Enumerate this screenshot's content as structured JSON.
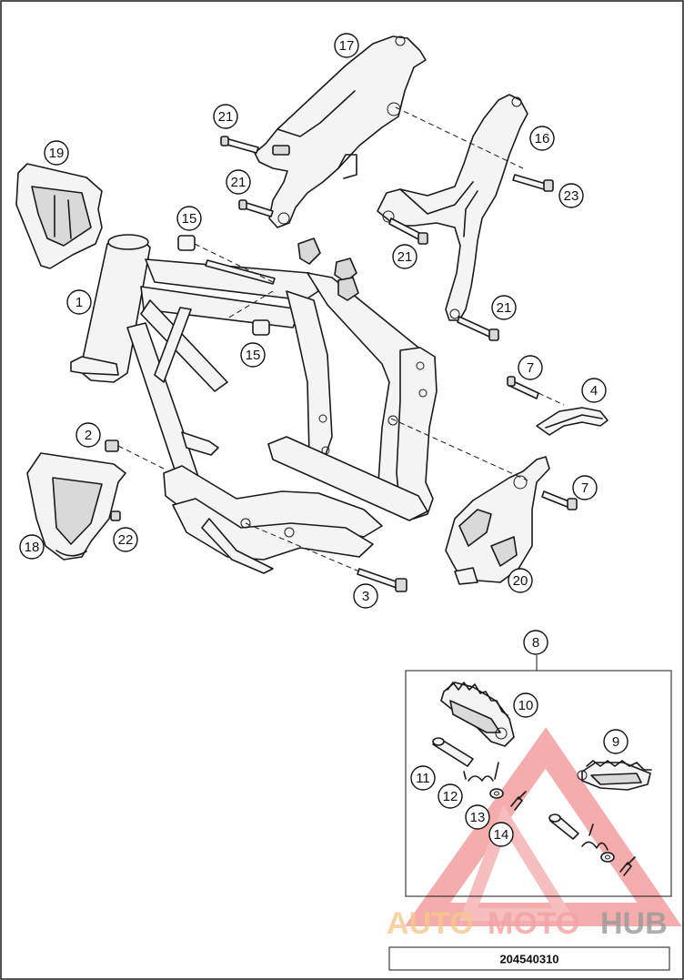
{
  "drawing_number": "204540310",
  "watermark": {
    "word_1": "AUTO",
    "word_2": "MOTO",
    "word_3": "HUB",
    "color_1": "#f7c88a",
    "color_2": "#f3a3a3",
    "color_3": "#9a9a9a"
  },
  "callouts": [
    {
      "id": "callout-17",
      "label": "17"
    },
    {
      "id": "callout-21a",
      "label": "21"
    },
    {
      "id": "callout-19",
      "label": "19"
    },
    {
      "id": "callout-21b",
      "label": "21"
    },
    {
      "id": "callout-16",
      "label": "16"
    },
    {
      "id": "callout-23",
      "label": "23"
    },
    {
      "id": "callout-15a",
      "label": "15"
    },
    {
      "id": "callout-21c",
      "label": "21"
    },
    {
      "id": "callout-1",
      "label": "1"
    },
    {
      "id": "callout-21d",
      "label": "21"
    },
    {
      "id": "callout-15b",
      "label": "15"
    },
    {
      "id": "callout-7a",
      "label": "7"
    },
    {
      "id": "callout-4",
      "label": "4"
    },
    {
      "id": "callout-2",
      "label": "2"
    },
    {
      "id": "callout-7b",
      "label": "7"
    },
    {
      "id": "callout-22",
      "label": "22"
    },
    {
      "id": "callout-18",
      "label": "18"
    },
    {
      "id": "callout-20",
      "label": "20"
    },
    {
      "id": "callout-3",
      "label": "3"
    },
    {
      "id": "callout-8",
      "label": "8"
    },
    {
      "id": "callout-10",
      "label": "10"
    },
    {
      "id": "callout-9",
      "label": "9"
    },
    {
      "id": "callout-11",
      "label": "11"
    },
    {
      "id": "callout-12",
      "label": "12"
    },
    {
      "id": "callout-13",
      "label": "13"
    },
    {
      "id": "callout-14",
      "label": "14"
    }
  ]
}
